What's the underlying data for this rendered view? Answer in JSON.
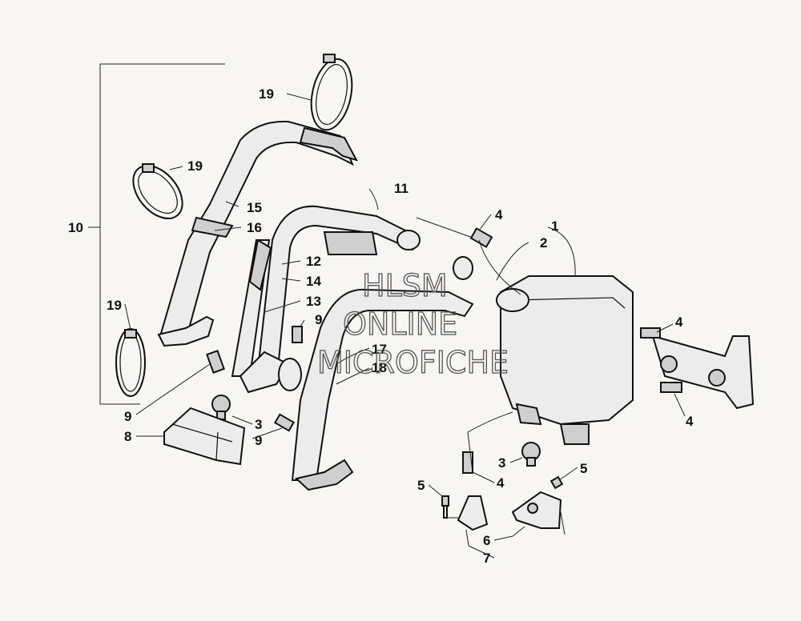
{
  "callouts": {
    "c1": "1",
    "c2": "2",
    "c3a": "3",
    "c3b": "3",
    "c4a": "4",
    "c4b": "4",
    "c4c": "4",
    "c4d": "4",
    "c5a": "5",
    "c5b": "5",
    "c6": "6",
    "c7": "7",
    "c8": "8",
    "c9a": "9",
    "c9b": "9",
    "c9c": "9",
    "c10": "10",
    "c11": "11",
    "c12": "12",
    "c13": "13",
    "c14": "14",
    "c15": "15",
    "c16": "16",
    "c17": "17",
    "c18": "18",
    "c19a": "19",
    "c19b": "19",
    "c19c": "19"
  },
  "watermark": {
    "line1": "HLSM",
    "line2": "ONLINE",
    "line3": "MICROFICHE"
  }
}
